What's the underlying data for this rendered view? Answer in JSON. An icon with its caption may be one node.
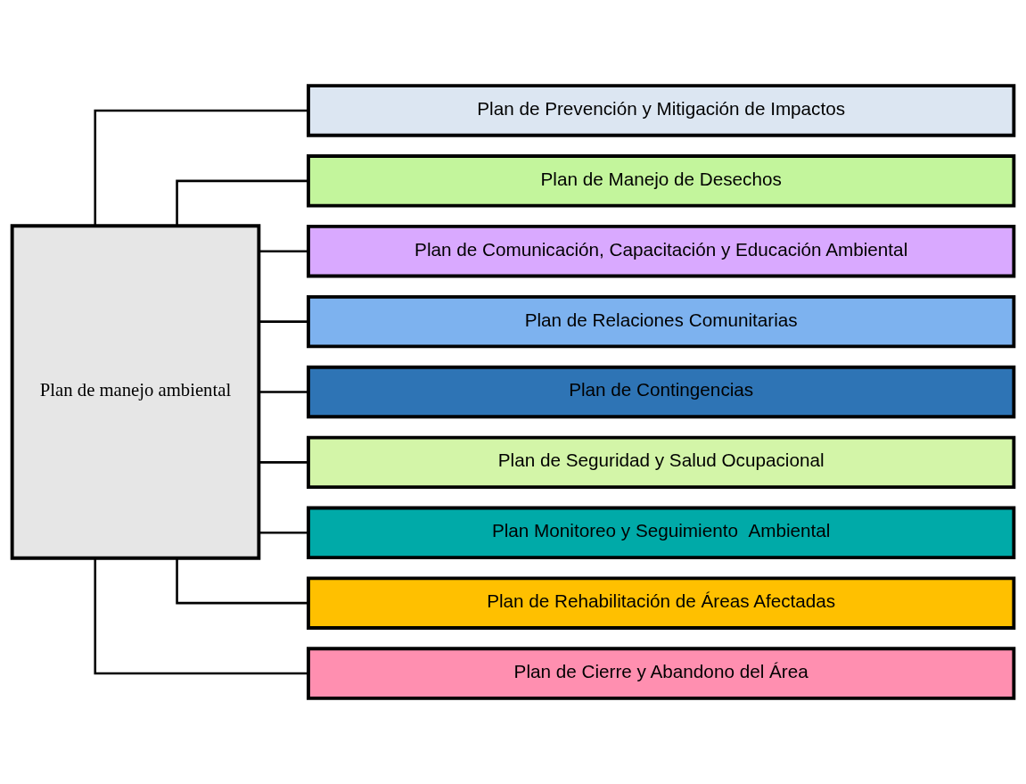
{
  "diagram": {
    "nodes": [
      {
        "text": [
          "Plan de manejo ambiental"
        ]
      },
      {
        "text": [
          "Plan de Prevención y Mitigación de Impactos"
        ]
      },
      {
        "text": [
          "Plan de Manejo de Desechos"
        ]
      },
      {
        "text": [
          "Plan de Comunicación, Capacitación y Educación Ambiental"
        ]
      },
      {
        "text": [
          "Plan de Relaciones Comunitarias"
        ]
      },
      {
        "text": [
          "Plan de Contingencias"
        ]
      },
      {
        "text": [
          "Plan de Seguridad y Salud Ocupacional"
        ]
      },
      {
        "text": [
          "Plan Monitoreo y Seguimiento  Ambiental"
        ]
      },
      {
        "text": [
          "Plan de Rehabilitación de Áreas Afectadas"
        ]
      },
      {
        "text": [
          "Plan de Cierre y Abandono del Área"
        ]
      }
    ],
    "edges": [
      {
        "from": 0,
        "to": 1,
        "arrow": "none"
      },
      {
        "from": 0,
        "to": 2,
        "arrow": "none"
      },
      {
        "from": 0,
        "to": 3,
        "arrow": "none"
      },
      {
        "from": 0,
        "to": 4,
        "arrow": "none"
      },
      {
        "from": 0,
        "to": 5,
        "arrow": "none"
      },
      {
        "from": 0,
        "to": 6,
        "arrow": "none"
      },
      {
        "from": 0,
        "to": 7,
        "arrow": "none"
      },
      {
        "from": 0,
        "to": 8,
        "arrow": "none"
      },
      {
        "from": 0,
        "to": 9,
        "arrow": "none"
      }
    ]
  }
}
